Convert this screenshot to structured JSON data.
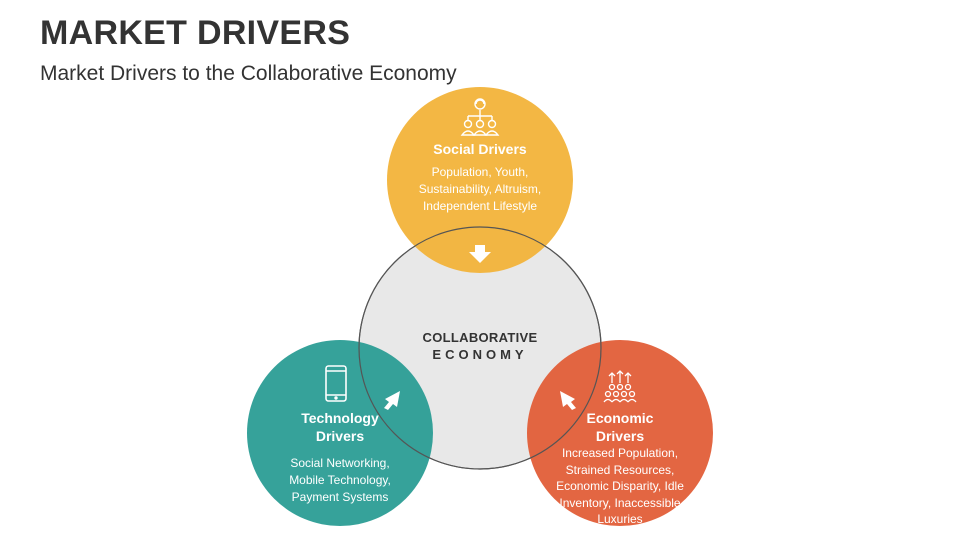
{
  "header": {
    "title": "MARKET DRIVERS",
    "subtitle": "Market Drivers to the Collaborative Economy"
  },
  "center": {
    "line1": "COLLABORATIVE",
    "line2": "ECONOMY"
  },
  "social": {
    "title": "Social Drivers",
    "items": [
      "Population, Youth,",
      "Sustainability, Altruism,",
      "Independent Lifestyle"
    ],
    "color": "#F2B43C",
    "icon": "people-network-icon"
  },
  "technology": {
    "title_line1": "Technology",
    "title_line2": "Drivers",
    "items": [
      "Social Networking,",
      "Mobile Technology,",
      "Payment Systems"
    ],
    "color": "#2E9E96",
    "icon": "smartphone-icon"
  },
  "economic": {
    "title_line1": "Economic",
    "title_line2": "Drivers",
    "items": [
      "Increased Population,",
      "Strained Resources,",
      "Economic Disparity, Idle",
      "Inventory, Inaccessible",
      "Luxuries"
    ],
    "color": "#E2603A",
    "icon": "crowd-growth-icon"
  },
  "colors": {
    "center_fill": "#E8E8E8",
    "center_stroke": "#555555",
    "text_dark": "#333333"
  }
}
